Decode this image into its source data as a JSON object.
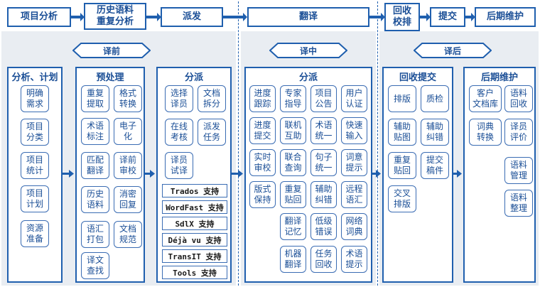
{
  "top_bar": [
    {
      "label": "项目分析"
    },
    {
      "label": "历史语料\n重复分析"
    },
    {
      "label": "派发"
    },
    {
      "label": "翻译"
    },
    {
      "label": "回收\n校排"
    },
    {
      "label": "提交"
    },
    {
      "label": "后期维护"
    }
  ],
  "phases": {
    "pre": "译前",
    "mid": "译中",
    "post": "译后"
  },
  "columns": {
    "analysis": {
      "title": "分析、计划",
      "items": [
        "明确\n需求",
        "项目\n分类",
        "项目\n统计",
        "项目\n计划",
        "资源\n准备"
      ]
    },
    "preprocess": {
      "title": "预处理",
      "items": [
        "重复\n提取",
        "格式\n转换",
        "术语\n标注",
        "电子\n化",
        "匹配\n翻译",
        "译前\n审校",
        "历史\n语料",
        "消密\n回复",
        "语汇\n打包",
        "文档\n规范",
        "译文\n查找"
      ]
    },
    "dispatch": {
      "title": "分派",
      "items": [
        "选择\n译员",
        "文档\n拆分",
        "在线\n考核",
        "派发\n任务",
        "译员\n试译"
      ],
      "tools": [
        "Trados 支持",
        "WordFast 支持",
        "SdlX 支持",
        "Déjà vu 支持",
        "TransIT 支持",
        "Tools 支持"
      ]
    },
    "translate": {
      "title": "分派",
      "items": [
        "进度\n跟踪",
        "专家\n指导",
        "项目\n公告",
        "用户\n认证",
        "进度\n提交",
        "联机\n互助",
        "术语\n统一",
        "快速\n输入",
        "实时\n审校",
        "联合\n查询",
        "句子\n统一",
        "词意\n提示",
        "版式\n保持",
        "重复\n贴回",
        "辅助\n纠错",
        "远程\n语汇",
        "翻译\n记忆",
        "低级\n错误",
        "网络\n词典",
        "机器\n翻译",
        "任务\n回收",
        "术语\n提示"
      ]
    },
    "recover": {
      "title": "回收提交",
      "items": [
        "排版",
        "质检",
        "辅助\n贴图",
        "辅助\n纠错",
        "重复\n贴回",
        "提交\n稿件",
        "交叉\n排版"
      ]
    },
    "maintain": {
      "title": "后期维护",
      "items": [
        "客户\n文档库",
        "语料\n回收",
        "词典\n转换",
        "译员\n评价",
        "语料\n管理",
        "语料\n整理"
      ]
    }
  },
  "colors": {
    "frame": "#1f5fae",
    "text": "#1a4e96",
    "panel": "#e9edf2"
  }
}
